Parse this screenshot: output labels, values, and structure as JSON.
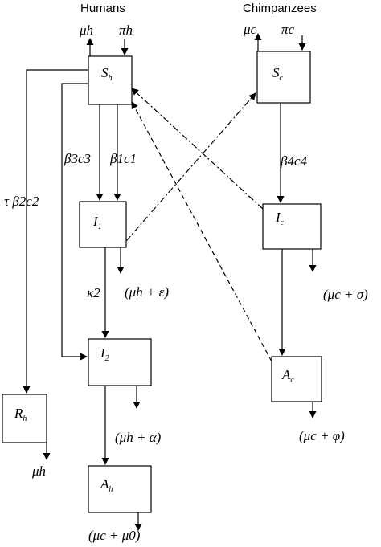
{
  "headers": {
    "humans": "Humans",
    "chimpanzees": "Chimpanzees"
  },
  "nodes": {
    "S_h": {
      "main": "S",
      "sub": "h"
    },
    "I_1": {
      "main": "I",
      "sub": "1"
    },
    "I_2": {
      "main": "I",
      "sub": "2"
    },
    "A_h": {
      "main": "A",
      "sub": "h"
    },
    "R_h": {
      "main": "R",
      "sub": "h"
    },
    "S_c": {
      "main": "S",
      "sub": "c"
    },
    "I_c": {
      "main": "I",
      "sub": "c"
    },
    "A_c": {
      "main": "A",
      "sub": "c"
    }
  },
  "rates": {
    "mu_h_top": "μh",
    "pi_h": "πh",
    "mu_c_top": "μc",
    "pi_c": "πc",
    "beta3c3": "β3c3",
    "beta1c1": "β1c1",
    "tau_beta2c2": "τ β2c2",
    "beta4c4": "β4c4",
    "kappa2": "κ2",
    "I1_out": "(μh + ε)",
    "I2_out": "(μh + α)",
    "Ah_out": "(μc + μ0)",
    "Rh_out": "μh",
    "Ic_out": "(μc + σ)",
    "Ac_out": "(μc + φ)"
  }
}
